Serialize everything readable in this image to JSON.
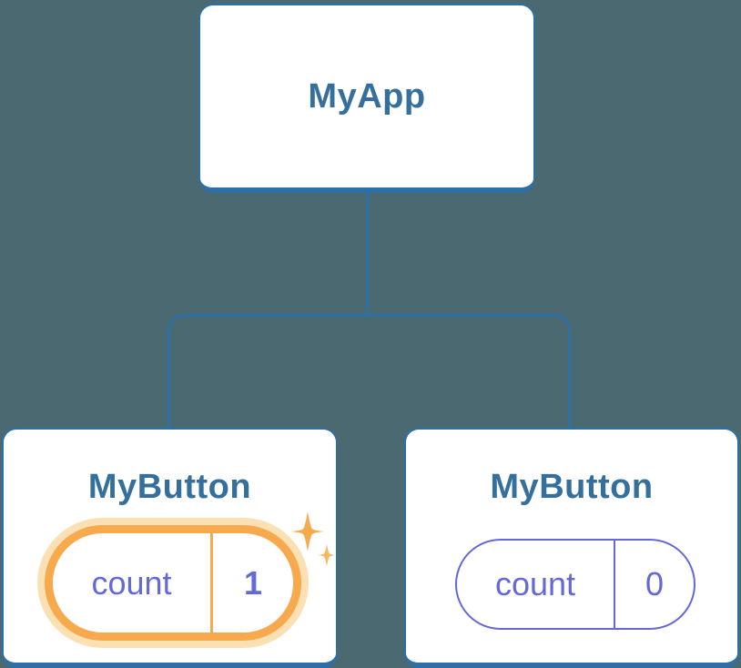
{
  "colors": {
    "background": "#4B6971",
    "line-blue": "#2E6FA6",
    "title-blue": "#35709C",
    "indigo": "#6468D8",
    "orange": "#F6AA4D",
    "orange-small-star": "#F7B763",
    "orange-halo": "#FBE0B4",
    "card-bg": "#FFFFFF"
  },
  "tree": {
    "root": {
      "label": "MyApp"
    },
    "children": [
      {
        "label": "MyButton",
        "state": {
          "label": "count",
          "value": "1"
        },
        "highlighted": true
      },
      {
        "label": "MyButton",
        "state": {
          "label": "count",
          "value": "0"
        },
        "highlighted": false
      }
    ]
  },
  "icons": {
    "sparkle": "sparkle-icon"
  }
}
